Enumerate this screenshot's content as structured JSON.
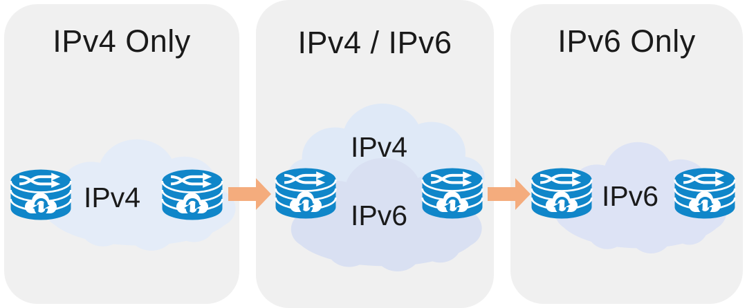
{
  "diagram": {
    "subject": "IPv4 to IPv6 transition",
    "arrow_direction": "left-to-right"
  },
  "colors": {
    "panel_bg": "#F0F0F0",
    "router_blue": "#1086C9",
    "arrow_orange": "#F4AC7D",
    "title_text": "#1A1A1A",
    "cloud_p1": "#E4ECF8",
    "cloud_p2_top": "#DFE9F7",
    "cloud_p2_bottom": "#D9E0F2",
    "cloud_p3": "#DDE3F5"
  },
  "panels": [
    {
      "title": "IPv4 Only",
      "labels": [
        "IPv4"
      ],
      "routers": 2
    },
    {
      "title": "IPv4 / IPv6",
      "labels": [
        "IPv4",
        "IPv6"
      ],
      "routers": 2
    },
    {
      "title": "IPv6 Only",
      "labels": [
        "IPv6"
      ],
      "routers": 2
    }
  ],
  "arrows": [
    {
      "from": "IPv4 Only",
      "to": "IPv4 / IPv6"
    },
    {
      "from": "IPv4 / IPv6",
      "to": "IPv6 Only"
    }
  ],
  "icons": {
    "router": "cloud-router-icon",
    "cloud": "network-cloud-icon",
    "arrow": "transition-arrow-icon"
  }
}
